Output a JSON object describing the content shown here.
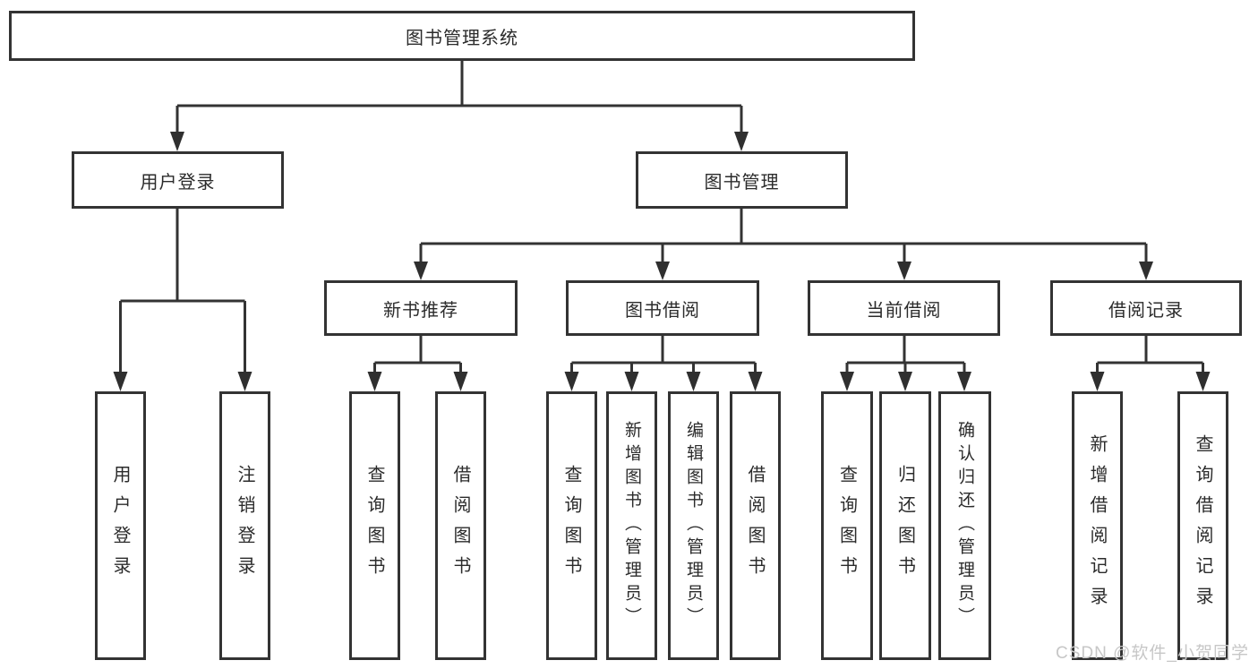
{
  "diagram": {
    "root": {
      "label": "图书管理系统"
    },
    "branches": [
      {
        "label": "用户登录",
        "children": [
          {
            "label": "用户登录"
          },
          {
            "label": "注销登录"
          }
        ]
      },
      {
        "label": "图书管理",
        "children": [
          {
            "label": "新书推荐",
            "children": [
              {
                "label": "查询图书"
              },
              {
                "label": "借阅图书"
              }
            ]
          },
          {
            "label": "图书借阅",
            "children": [
              {
                "label": "查询图书"
              },
              {
                "label": "新增图书（管理员）"
              },
              {
                "label": "编辑图书（管理员）"
              },
              {
                "label": "借阅图书"
              }
            ]
          },
          {
            "label": "当前借阅",
            "children": [
              {
                "label": "查询图书"
              },
              {
                "label": "归还图书"
              },
              {
                "label": "确认归还（管理员）"
              }
            ]
          },
          {
            "label": "借阅记录",
            "children": [
              {
                "label": "新增借阅记录"
              },
              {
                "label": "查询借阅记录"
              }
            ]
          }
        ]
      }
    ]
  },
  "watermark": {
    "text": "CSDN @软件_小贺同学"
  },
  "colors": {
    "line": "#333333",
    "box_border": "#333333",
    "text": "#2b2b2b",
    "watermark": "#c7c7c7",
    "background": "#ffffff"
  }
}
